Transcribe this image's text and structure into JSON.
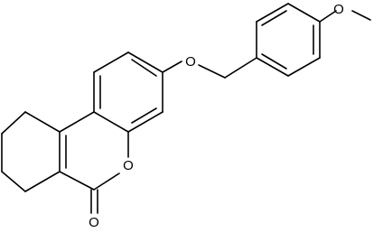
{
  "molecule": {
    "atoms": [
      {
        "id": "O_methoxy",
        "symbol": "O"
      },
      {
        "id": "O_ether",
        "symbol": "O"
      },
      {
        "id": "O_ring",
        "symbol": "O"
      },
      {
        "id": "O_carbonyl",
        "symbol": "O"
      }
    ]
  },
  "colors": {
    "bond": "#000000",
    "background": "#ffffff"
  }
}
